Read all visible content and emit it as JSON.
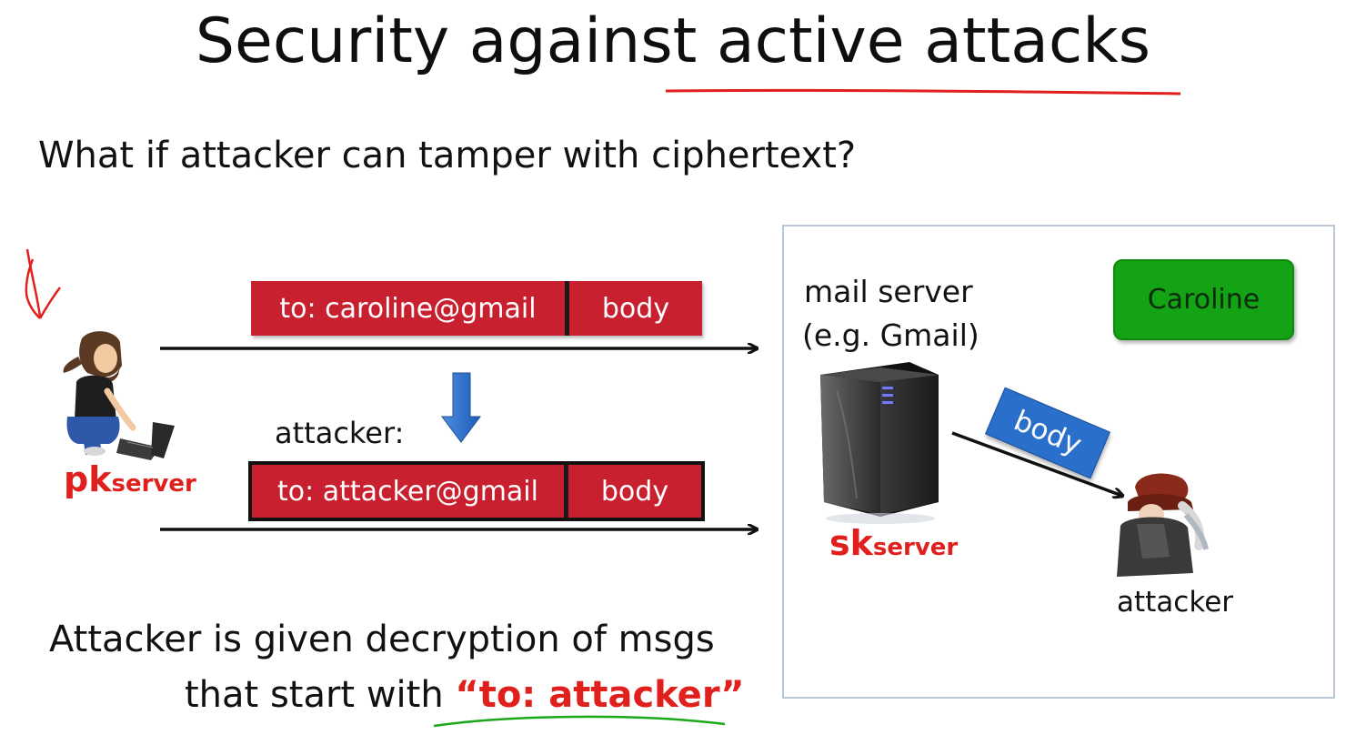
{
  "title": "Security against active attacks",
  "question": "What if attacker can tamper with ciphertext?",
  "message1": {
    "to": "to: caroline@gmail",
    "body": "body"
  },
  "attacker_label": "attacker:",
  "message2": {
    "to": "to: attacker@gmail",
    "body": "body"
  },
  "pk": {
    "main": "pk",
    "sub": "server"
  },
  "server": {
    "line1": "mail server",
    "line2": "(e.g. Gmail)"
  },
  "sk": {
    "main": "sk",
    "sub": "server"
  },
  "caroline": "Caroline",
  "body_tag": "body",
  "attacker_name": "attacker",
  "bottom": {
    "line1": "Attacker is given decryption of msgs",
    "line2_prefix": "that start with ",
    "line2_quote": "“to: attacker”"
  },
  "colors": {
    "message_red": "#c8202f",
    "caroline_green": "#14a314",
    "body_tag_blue": "#2a6fcb",
    "emphasis_red": "#e0201d",
    "annotation_red": "#e0201d",
    "annotation_green": "#1aa81a"
  }
}
